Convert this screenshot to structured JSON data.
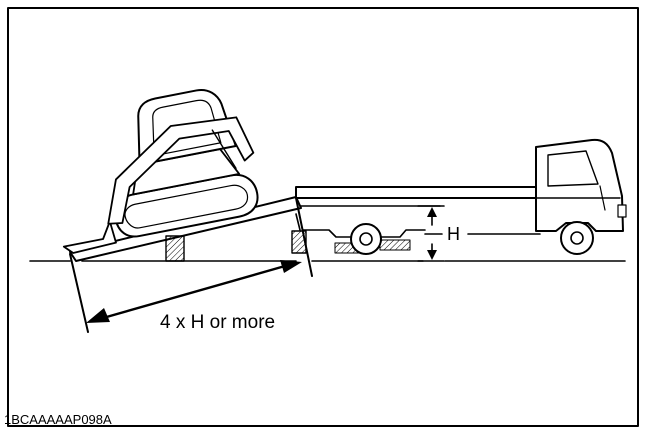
{
  "diagram": {
    "ramp_length_label": "4 x H or more",
    "height_label": "H",
    "figure_code": "1BCAAAAAP098A",
    "line_color": "#000000",
    "background_color": "#ffffff"
  }
}
